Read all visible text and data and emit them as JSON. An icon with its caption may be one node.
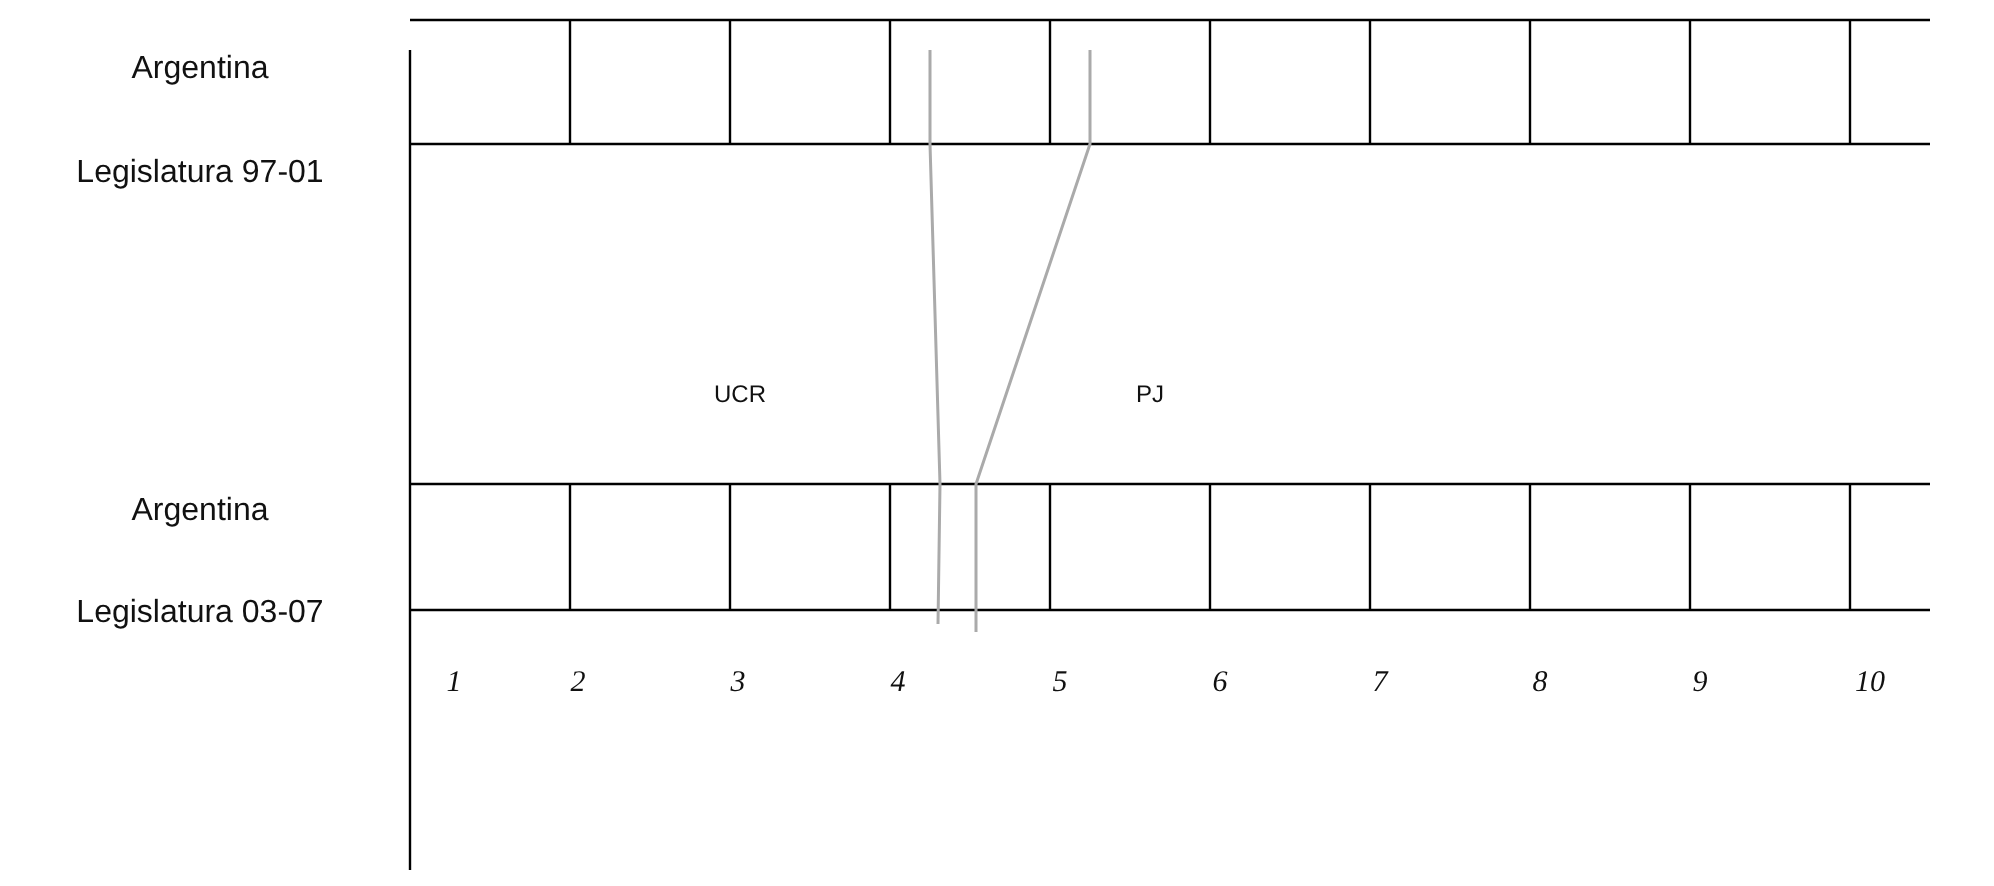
{
  "diagram": {
    "labels": [
      "Argentina",
      "Legislatura 97-01",
      "UCR",
      "PJ",
      "Argentina",
      "Legislatura 03-07",
      "1",
      "2",
      "3",
      "4",
      "5",
      "6",
      "7",
      "8",
      "9",
      "10"
    ]
  }
}
